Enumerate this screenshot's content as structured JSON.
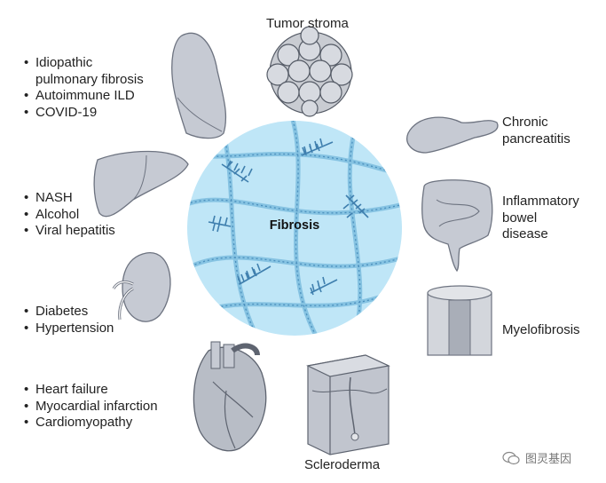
{
  "center": {
    "label": "Fibrosis"
  },
  "organs": {
    "tumor": {
      "label": "Tumor stroma"
    },
    "lung": {
      "items": [
        "Idiopathic\npulmonary fibrosis",
        "Autoimmune ILD",
        "COVID-19"
      ]
    },
    "liver": {
      "items": [
        "NASH",
        "Alcohol",
        "Viral hepatitis"
      ]
    },
    "kidney": {
      "items": [
        "Diabetes",
        "Hypertension"
      ]
    },
    "heart": {
      "items": [
        "Heart failure",
        "Myocardial infarction",
        "Cardiomyopathy"
      ]
    },
    "pancreas": {
      "label": "Chronic\npancreatitis"
    },
    "bowel": {
      "label": "Inflammatory\nbowel\ndisease"
    },
    "bone_marrow": {
      "label": "Myelofibrosis"
    },
    "skin": {
      "label": "Scleroderma"
    }
  },
  "watermark": {
    "text": "图灵基因"
  },
  "colors": {
    "circle_fill": "#bfe6f7",
    "fiber": "#6fb2d6",
    "fiber_dark": "#3f86b3",
    "organ_fill": "#c7ccd4",
    "organ_stroke": "#6d7380"
  }
}
